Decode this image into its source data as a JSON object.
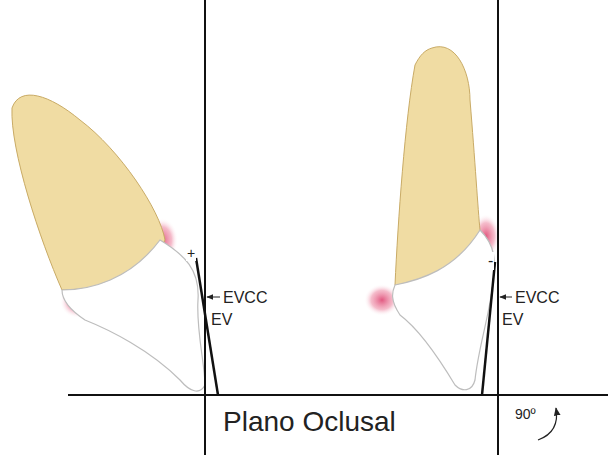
{
  "diagram": {
    "labels": [
      "+",
      "EVCC",
      "EV",
      "-",
      "EVCC",
      "EV",
      "Plano Oclusal",
      "90º"
    ]
  }
}
